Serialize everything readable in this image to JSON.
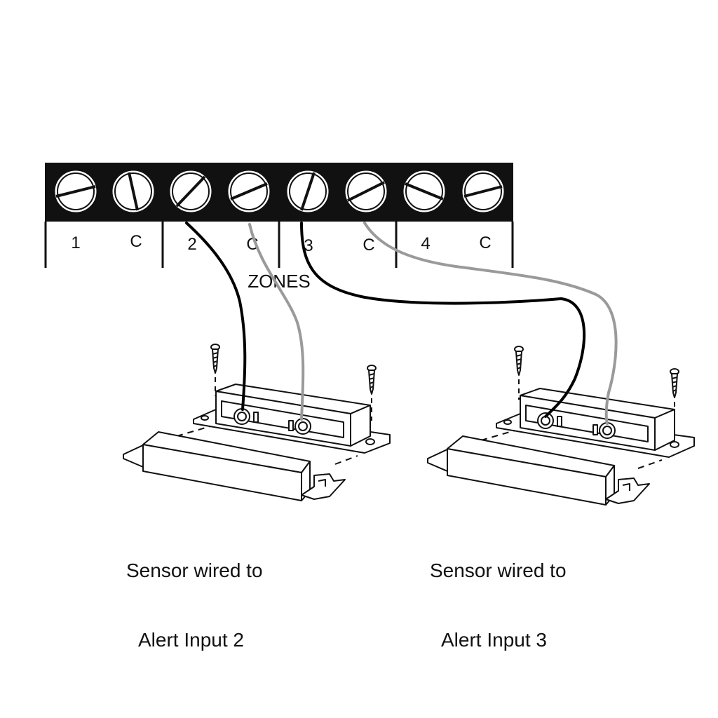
{
  "terminal_block": {
    "terminals": [
      {
        "label": "1"
      },
      {
        "label": "C"
      },
      {
        "label": "2"
      },
      {
        "label": "C"
      },
      {
        "label": "3"
      },
      {
        "label": "C"
      },
      {
        "label": "4"
      },
      {
        "label": "C"
      }
    ],
    "group_label": "ZONES"
  },
  "sensors": [
    {
      "caption_line1": "Sensor wired to",
      "caption_line2": "Alert Input 2"
    },
    {
      "caption_line1": "Sensor wired to",
      "caption_line2": "Alert Input 3"
    }
  ],
  "colors": {
    "signal_wire": "#000000",
    "common_wire": "#9a9a9a",
    "block": "#111111"
  }
}
